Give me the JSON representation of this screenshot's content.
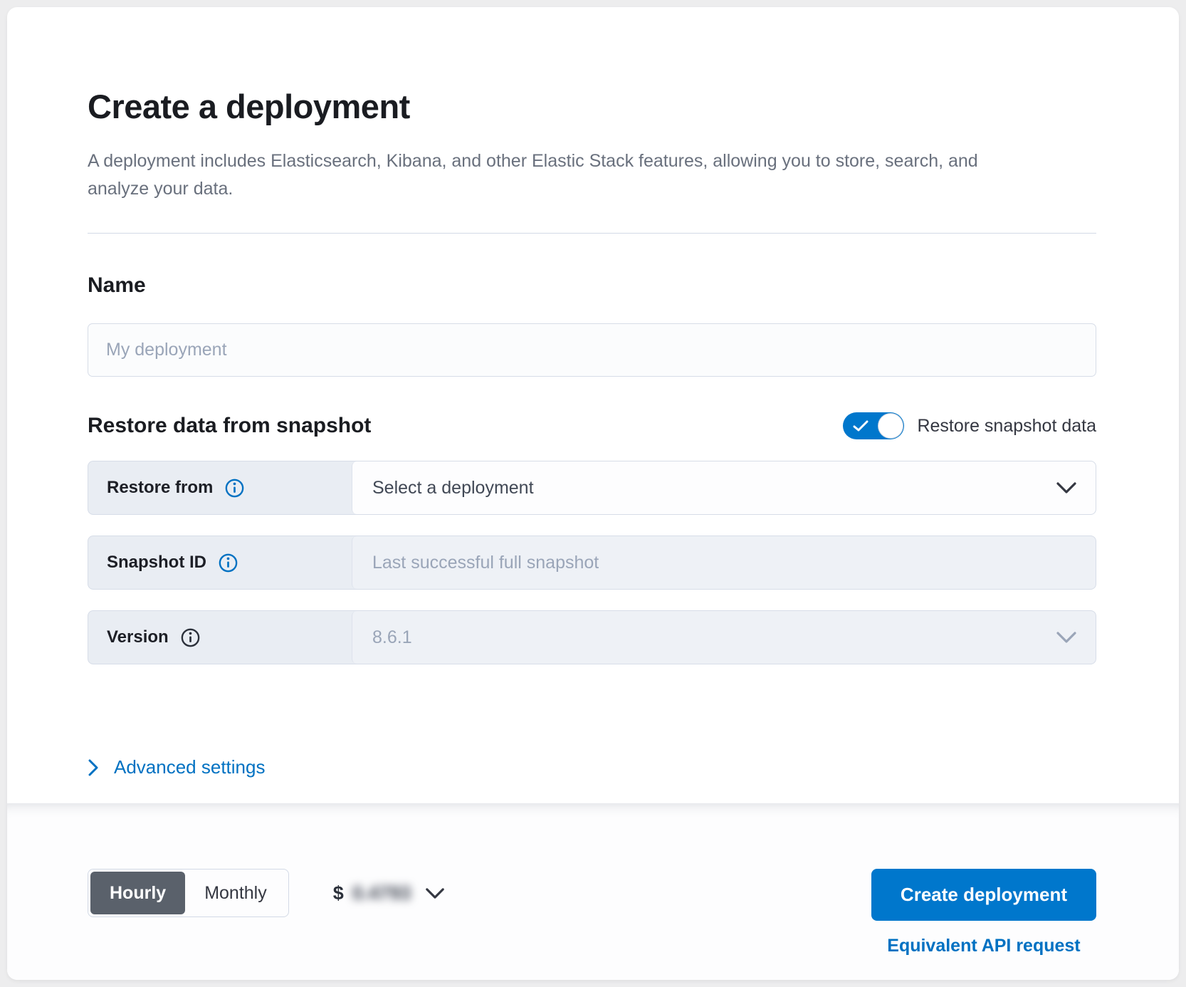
{
  "header": {
    "title": "Create a deployment",
    "subtitle": "A deployment includes Elasticsearch, Kibana, and other Elastic Stack features, allowing you to store, search, and analyze your data."
  },
  "name_section": {
    "heading": "Name",
    "placeholder": "My deployment"
  },
  "restore_section": {
    "heading": "Restore data from snapshot",
    "toggle_label": "Restore snapshot data",
    "toggle_state": "on",
    "rows": [
      {
        "label": "Restore from",
        "value": "Select a deployment"
      },
      {
        "label": "Snapshot ID",
        "placeholder": "Last successful full snapshot"
      },
      {
        "label": "Version",
        "value": "8.6.1"
      }
    ]
  },
  "advanced": {
    "label": "Advanced settings"
  },
  "footer": {
    "billing_options": [
      {
        "label": "Hourly",
        "selected": true
      },
      {
        "label": "Monthly",
        "selected": false
      }
    ],
    "price_currency": "$",
    "price_amount": "0.4793",
    "create_button_label": "Create deployment",
    "api_link_label": "Equivalent API request"
  },
  "colors": {
    "accent_blue": "#0077cc",
    "link_blue": "#0071c2",
    "selected_segment_gray": "#5a616b",
    "label_cell_bg": "#e9edf3",
    "disabled_field_bg": "#eef1f6"
  }
}
